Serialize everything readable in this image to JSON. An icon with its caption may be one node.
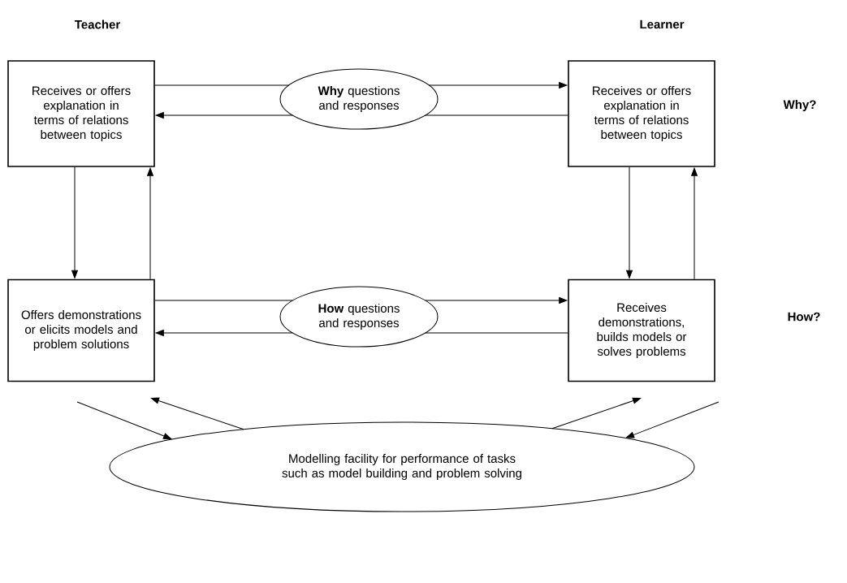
{
  "diagram": {
    "nodes": [
      {
        "text": [
          "Receives or offers explanation in terms of relations between topics"
        ]
      },
      {
        "text": [
          "**Why** questions and responses"
        ]
      },
      {
        "text": [
          "Receives or offers explanation in terms of relations between topics"
        ]
      },
      {
        "text": [
          "Offers demonstrations or elicits models and problem solutions"
        ]
      },
      {
        "text": [
          "**How** questions and responses"
        ]
      },
      {
        "text": [
          "Receives demonstrations, builds models or solves problems"
        ]
      },
      {
        "text": [
          "Modelling facility for performance of tasks such as model building and problem solving"
        ]
      }
    ],
    "edges": [
      {
        "from": 0,
        "to": 1,
        "arrow": "none"
      },
      {
        "from": 1,
        "to": 2,
        "arrow": "to"
      },
      {
        "from": 2,
        "to": 1,
        "arrow": "none"
      },
      {
        "from": 1,
        "to": 0,
        "arrow": "to"
      },
      {
        "from": 0,
        "to": 3,
        "arrow": "to"
      },
      {
        "from": 3,
        "to": 0,
        "arrow": "to"
      },
      {
        "from": 2,
        "to": 5,
        "arrow": "to"
      },
      {
        "from": 5,
        "to": 2,
        "arrow": "to"
      },
      {
        "from": 3,
        "to": 4,
        "arrow": "none"
      },
      {
        "from": 4,
        "to": 5,
        "arrow": "to"
      },
      {
        "from": 5,
        "to": 4,
        "arrow": "none"
      },
      {
        "from": 4,
        "to": 3,
        "arrow": "to"
      },
      {
        "from": 3,
        "to": 6,
        "arrow": "to"
      },
      {
        "from": 6,
        "to": 3,
        "arrow": "to"
      },
      {
        "from": 6,
        "to": 5,
        "arrow": "to"
      },
      {
        "from": 5,
        "to": 6,
        "arrow": "to"
      }
    ],
    "labels": [
      "Teacher",
      "Learner",
      "Why?",
      "How?"
    ]
  }
}
